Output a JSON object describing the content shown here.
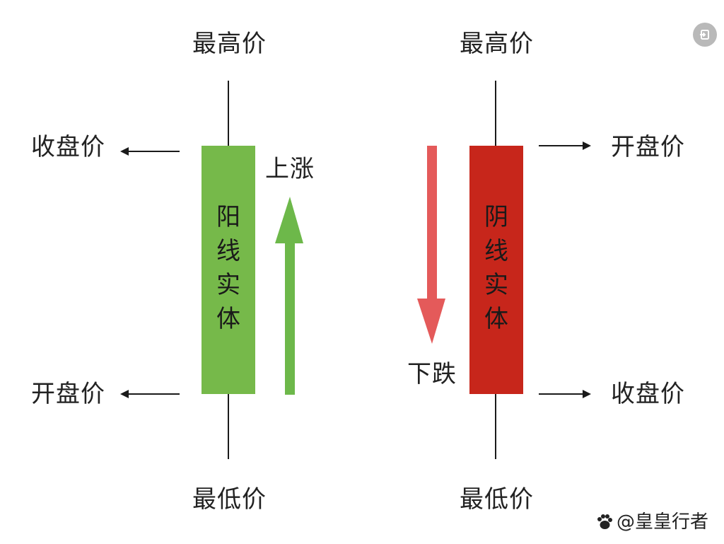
{
  "colors": {
    "yang_body": "#76b94a",
    "yin_body": "#c7261b",
    "up_arrow": "#6db84a",
    "down_arrow": "#e45a5a",
    "text": "#222222"
  },
  "left_candle": {
    "top_label": "最高价",
    "bottom_label": "最低价",
    "close_label": "收盘价",
    "open_label": "开盘价",
    "body_text": "阳线实体",
    "trend_label": "上涨"
  },
  "right_candle": {
    "top_label": "最高价",
    "bottom_label": "最低价",
    "open_label": "开盘价",
    "close_label": "收盘价",
    "body_text": "阴线实体",
    "trend_label": "下跌"
  },
  "watermark": {
    "handle": "@皇皇行者",
    "icon": "paw-icon"
  },
  "corner_button": {
    "icon": "exit-icon"
  }
}
